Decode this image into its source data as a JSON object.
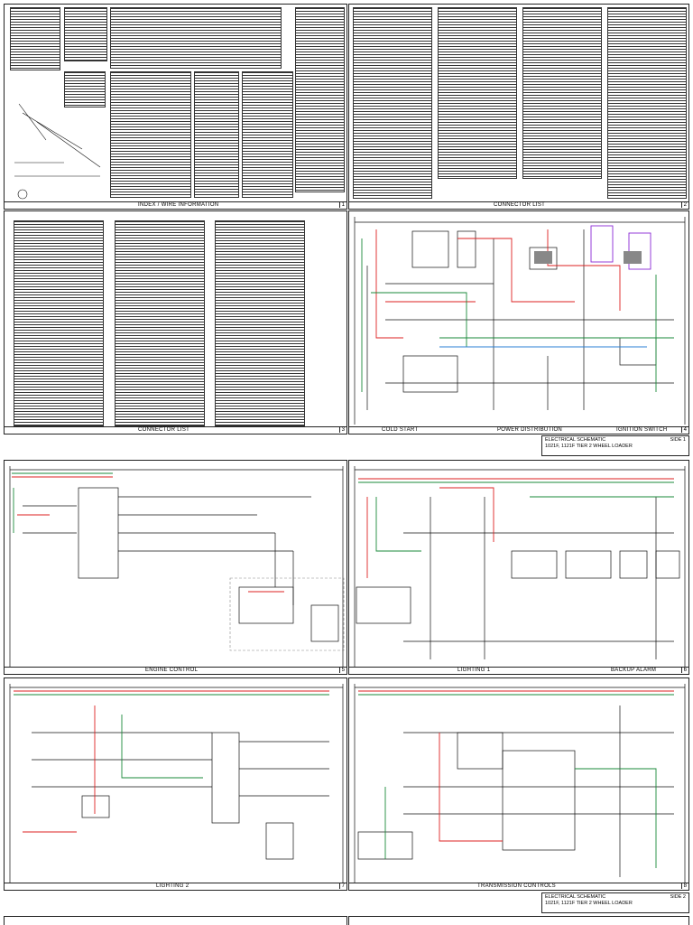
{
  "panels": [
    {
      "id": 1,
      "label": "INDEX / WIRE INFORMATION",
      "number": "1"
    },
    {
      "id": 2,
      "label": "CONNECTOR LIST",
      "number": "2"
    },
    {
      "id": 3,
      "label": "CONNECTOR LIST",
      "number": "3"
    },
    {
      "id": 4,
      "labels": [
        "COLD START",
        "POWER DISTRIBUTION",
        "IGNITION SWITCH"
      ],
      "number": "4"
    },
    {
      "id": 5,
      "label": "ENGINE CONTROL",
      "number": "5"
    },
    {
      "id": 6,
      "labels": [
        "LIGHTING 1",
        "BACKUP ALARM"
      ],
      "number": "6"
    },
    {
      "id": 7,
      "label": "LIGHTING 2",
      "number": "7"
    },
    {
      "id": 8,
      "label": "TRANSMISSION CONTROLS",
      "number": "8"
    }
  ],
  "titleblocks": [
    {
      "title": "ELECTRICAL SCHEMATIC",
      "side": "SIDE 1",
      "model": "1021F, 1121F TIER 2 WHEEL LOADER"
    },
    {
      "title": "ELECTRICAL SCHEMATIC",
      "side": "SIDE 2",
      "model": "1021F, 1121F TIER 2 WHEEL LOADER"
    }
  ],
  "colors": {
    "wire_red": "#d22",
    "wire_green": "#1a8a3a",
    "wire_blue": "#2a7fd4",
    "wire_black": "#111",
    "wire_purple": "#8a2ad4"
  }
}
